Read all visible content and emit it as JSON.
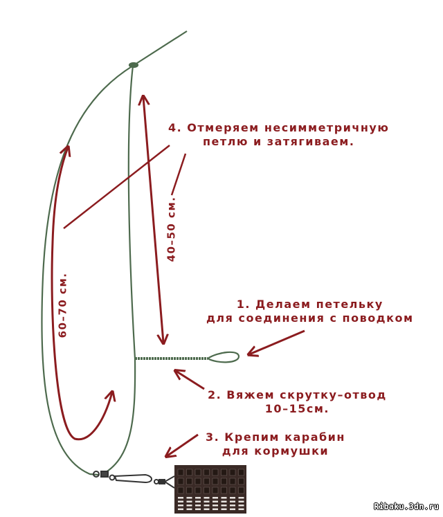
{
  "labels": {
    "step1": [
      "1. Делаем петельку",
      "для соединения с  поводком"
    ],
    "step2": [
      "2. Вяжем скрутку–отвод",
      "10–15см."
    ],
    "step3": [
      "3. Крепим карабин",
      "для кормушки"
    ],
    "step4": [
      "4. Отмеряем несимметричную",
      "петлю и затягиваем."
    ],
    "length_long": "60–70 см.",
    "length_short": "40–50 см."
  },
  "watermark": "Ribaku.3dn.ru",
  "colors": {
    "line": "#4d6a4d",
    "annotation": "#8b1c1f",
    "feeder": "#3a2a26"
  }
}
